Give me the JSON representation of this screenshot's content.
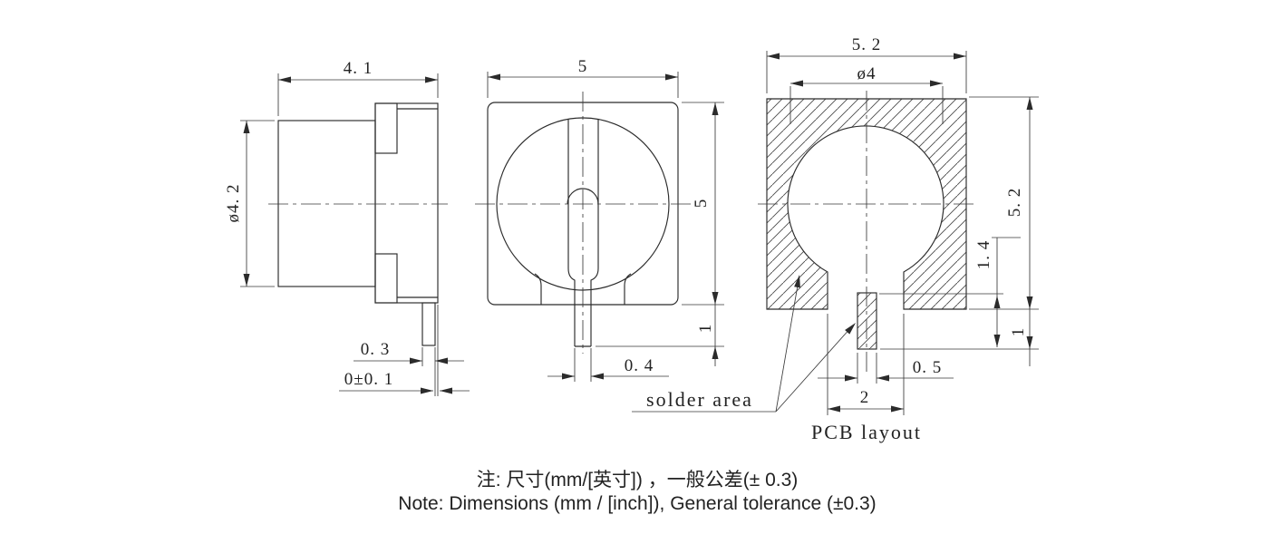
{
  "drawing": {
    "side_view": {
      "width": "4. 1",
      "diameter": "ø4. 2",
      "lead_thickness": "0. 3",
      "standoff": "0±0. 1"
    },
    "front_view": {
      "width": "5",
      "height": "5",
      "lead_protrusion": "1",
      "lead_width": "0. 4"
    },
    "pcb_view": {
      "width": "5. 2",
      "hole_diameter": "ø4",
      "height": "5. 2",
      "pad_length": "1. 4",
      "pad_protrusion": "1",
      "pad_width": "0. 5",
      "slot_width": "2",
      "solder_area_label": "solder area",
      "pcb_layout_label": "PCB layout"
    },
    "notes": {
      "zh": "注: 尺寸(mm/[英寸]) ，一般公差(± 0.3)",
      "en": "Note: Dimensions (mm / [inch]), General tolerance (±0.3)"
    },
    "colors": {
      "line": "#2b2b2b",
      "background": "#ffffff"
    }
  }
}
